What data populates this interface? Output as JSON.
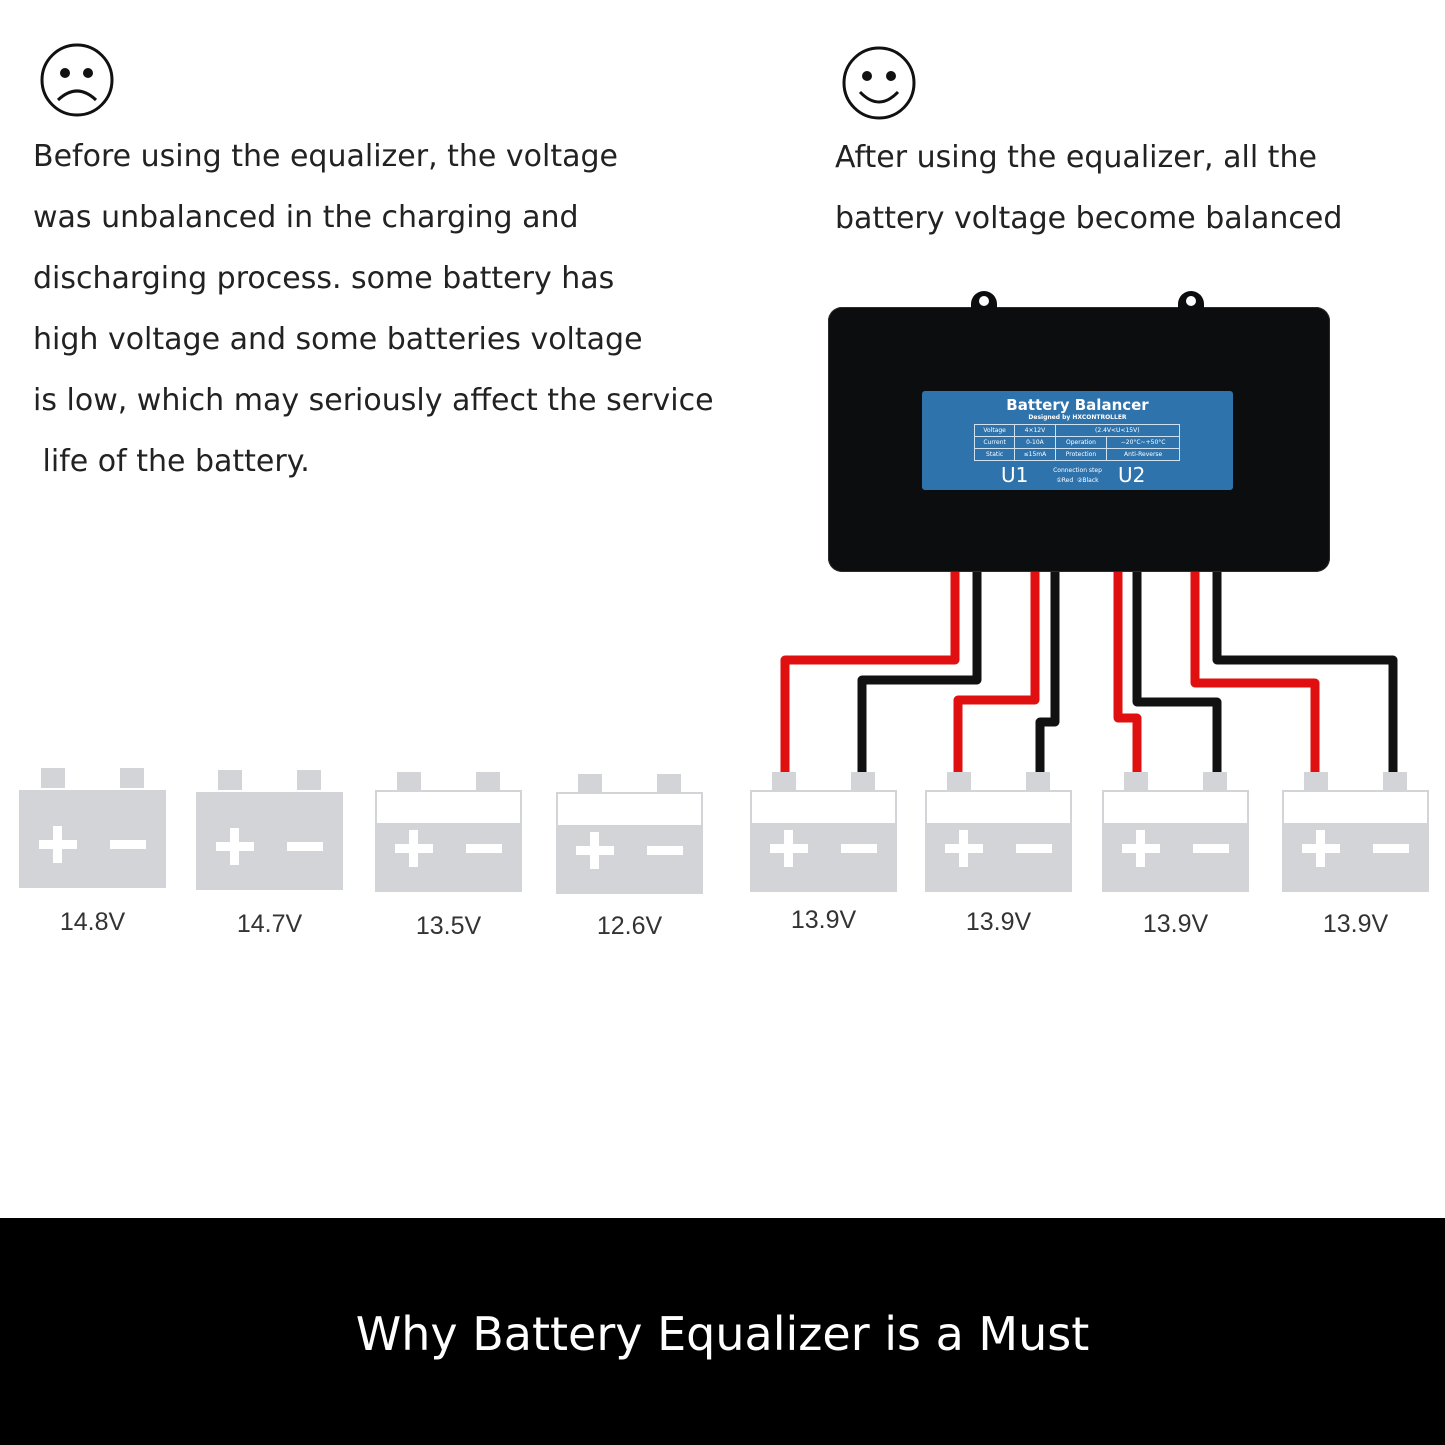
{
  "before": {
    "face_icon": "sad-face-icon",
    "lines": [
      "Before using the equalizer, the voltage",
      "was unbalanced in the charging and",
      "discharging process. some battery has",
      "high voltage and some batteries voltage",
      "is low, which may seriously affect the service",
      " life of the battery."
    ]
  },
  "after": {
    "face_icon": "happy-face-icon",
    "lines": [
      "After using the equalizer, all the",
      "battery voltage become balanced"
    ]
  },
  "device": {
    "title": "Battery Balancer",
    "subtitle": "Designed by HXCONTROLLER",
    "specs": [
      [
        "Voltage",
        "4×12V",
        "(2.4V<U<15V)",
        ""
      ],
      [
        "Current",
        "0-10A",
        "Operation",
        "−20°C~+50°C"
      ],
      [
        "Static",
        "≤15mA",
        "Protection",
        "Anti-Reverse"
      ]
    ],
    "u1": "U1",
    "u2": "U2",
    "connection_title": "Connection step",
    "connection_steps": "①Red  ②Black"
  },
  "batteries": [
    {
      "voltage": "14.8V",
      "style": "full"
    },
    {
      "voltage": "14.7V",
      "style": "full"
    },
    {
      "voltage": "13.5V",
      "style": "capped"
    },
    {
      "voltage": "12.6V",
      "style": "capped"
    },
    {
      "voltage": "13.9V",
      "style": "capped"
    },
    {
      "voltage": "13.9V",
      "style": "capped"
    },
    {
      "voltage": "13.9V",
      "style": "capped"
    },
    {
      "voltage": "13.9V",
      "style": "capped"
    }
  ],
  "colors": {
    "wire_positive": "#e01010",
    "wire_negative": "#111111",
    "battery_fill": "#d3d4d8",
    "label_blue": "#2f73ad"
  },
  "footer": {
    "title": "Why Battery Equalizer is a Must"
  }
}
